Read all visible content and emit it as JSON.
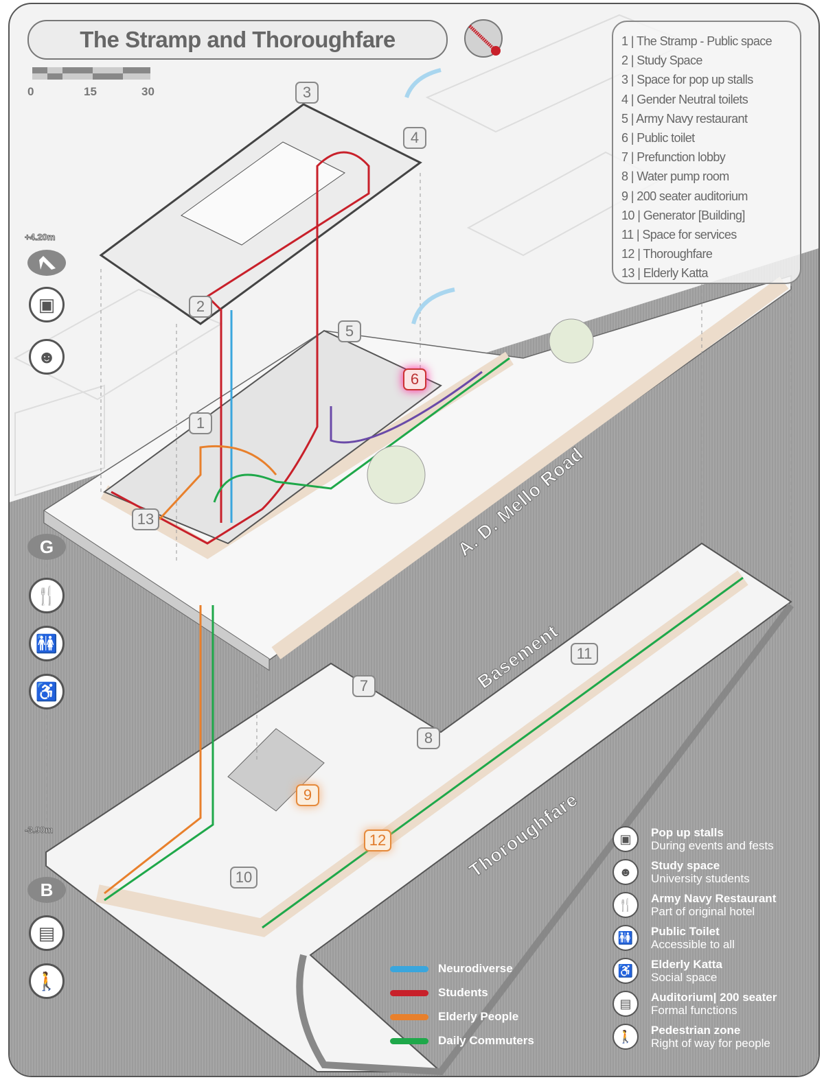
{
  "title": "The Stramp and Thoroughfare",
  "scale": {
    "labels": [
      "0",
      "15",
      "30"
    ]
  },
  "key": [
    "1 | The Stramp - Public space",
    "2 | Study Space",
    "3 | Space for pop up stalls",
    "4 | Gender Neutral toilets",
    "5 | Army Navy restaurant",
    "6 | Public toilet",
    "7 | Prefunction lobby",
    "8 | Water pump room",
    "9 | 200 seater auditorium",
    "10 | Generator [Building]",
    "11 | Space for services",
    "12 | Thoroughfare",
    "13 | Elderly Katta"
  ],
  "tags": [
    "1",
    "2",
    "3",
    "4",
    "5",
    "6",
    "7",
    "8",
    "9",
    "10",
    "11",
    "12",
    "13"
  ],
  "levels": {
    "upper": "+4.20m",
    "basement": "-3.90m",
    "ground_badge": "G",
    "basement_badge": "B"
  },
  "roads": {
    "road": "A. D. Mello Road",
    "basement": "Basement",
    "thoroughfare": "Thoroughfare"
  },
  "routes": [
    {
      "label": "Neurodiverse",
      "color": "#3aa6dd"
    },
    {
      "label": "Students",
      "color": "#c8202a"
    },
    {
      "label": "Elderly People",
      "color": "#e8802c"
    },
    {
      "label": "Daily Commuters",
      "color": "#1fa84a"
    }
  ],
  "legend": [
    {
      "icon": "stall-icon",
      "title": "Pop up stalls",
      "desc": "During events and fests"
    },
    {
      "icon": "reading-icon",
      "title": "Study space",
      "desc": "University students"
    },
    {
      "icon": "restaurant-icon",
      "title": "Army Navy Restaurant",
      "desc": "Part of original hotel"
    },
    {
      "icon": "toilet-icon",
      "title": "Public Toilet",
      "desc": "Accessible to all"
    },
    {
      "icon": "elderly-icon",
      "title": "Elderly Katta",
      "desc": "Social space"
    },
    {
      "icon": "auditorium-icon",
      "title": "Auditorium| 200 seater",
      "desc": "Formal functions"
    },
    {
      "icon": "pedestrian-icon",
      "title": "Pedestrian zone",
      "desc": "Right of way for people"
    }
  ]
}
